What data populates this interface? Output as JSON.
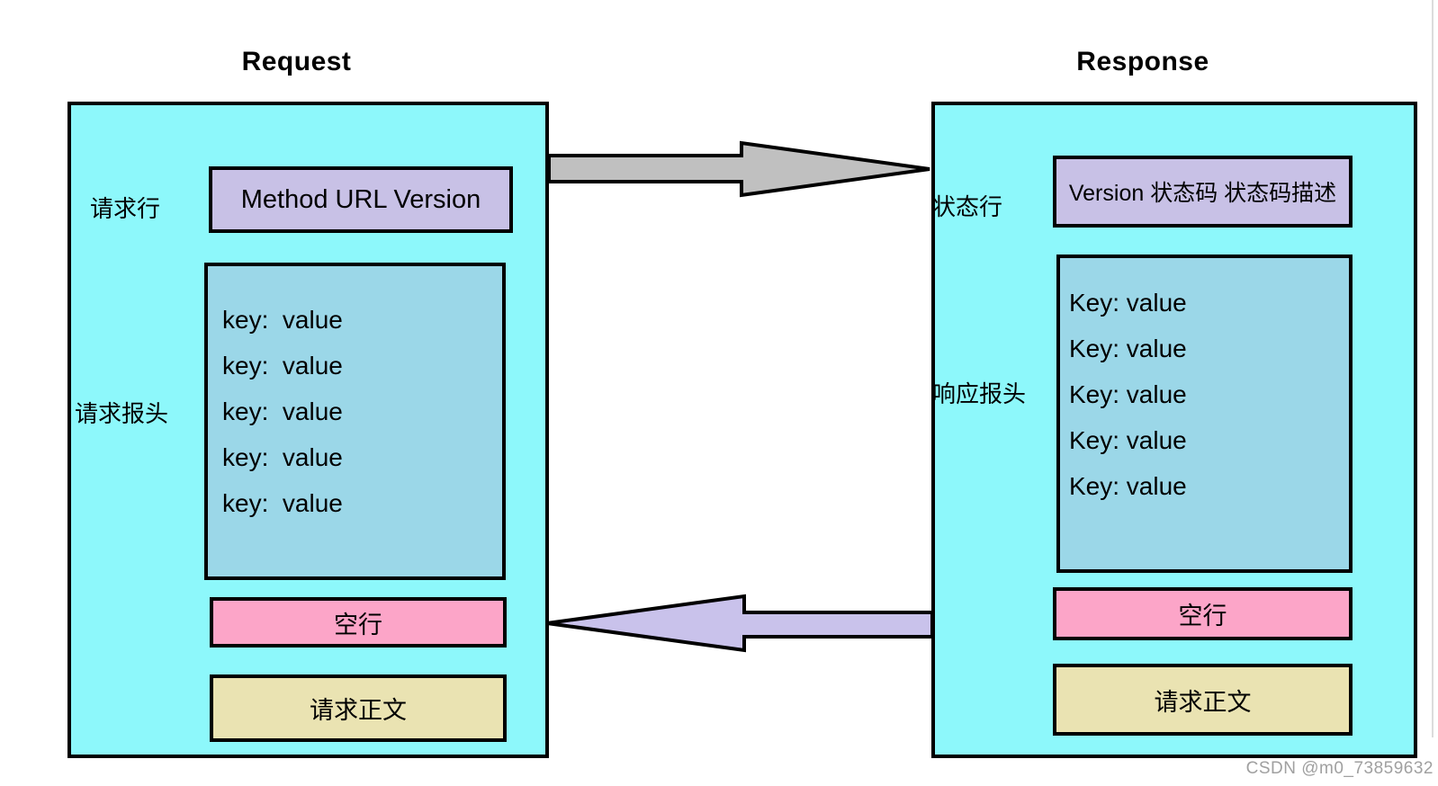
{
  "page": {
    "watermark": "CSDN @m0_73859632"
  },
  "request": {
    "title": "Request",
    "line_label": "请求行",
    "line_value": "Method  URL Version",
    "headers_label": "请求报头",
    "headers": [
      "key:  value",
      "key:  value",
      "key:  value",
      "key:  value",
      "key:  value"
    ],
    "blank_label": "空行",
    "body_label": "请求正文"
  },
  "response": {
    "title": "Response",
    "line_label": "状态行",
    "line_value": "Version 状态码 状态码描述",
    "headers_label": "响应报头",
    "headers": [
      "Key: value",
      "Key: value",
      "Key: value",
      "Key: value",
      "Key: value"
    ],
    "blank_label": "空行",
    "body_label": "请求正文"
  },
  "colors": {
    "panel_bg": "#8DF8FB",
    "line_box_bg": "#C8C1E6",
    "headers_box_bg": "#9BD7E8",
    "blank_box_bg": "#FCA5C8",
    "body_box_bg": "#EAE3B2",
    "arrow_request": "#C0C0C0",
    "arrow_response": "#C9C2EB",
    "border": "#000000",
    "watermark": "#A0A0A0"
  }
}
